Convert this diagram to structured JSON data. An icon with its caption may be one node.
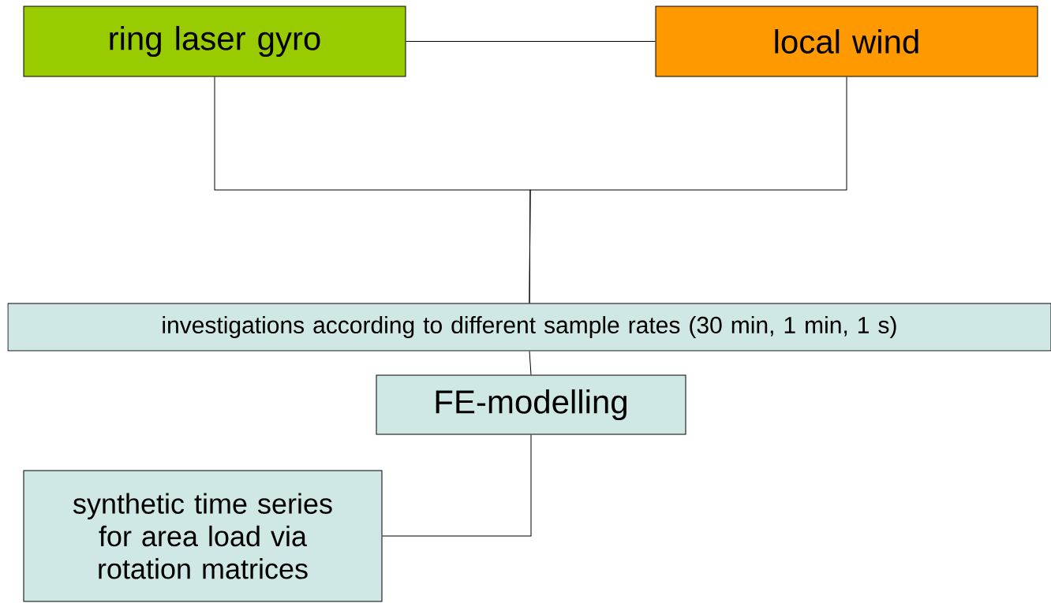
{
  "diagram": {
    "nodes": [
      {
        "text": [
          "ring laser gyro"
        ]
      },
      {
        "text": [
          "local wind"
        ]
      },
      {
        "text": [
          "investigations according to different sample rates (30 min, 1 min, 1 s)"
        ]
      },
      {
        "text": [
          "FE-modelling"
        ]
      },
      {
        "text": [
          "synthetic time series for area load via rotation matrices"
        ]
      }
    ],
    "edges": [
      {
        "from": 0,
        "to": 1,
        "arrow": "none"
      },
      {
        "from": 0,
        "to": 2,
        "arrow": "none"
      },
      {
        "from": 1,
        "to": 2,
        "arrow": "none"
      },
      {
        "from": 2,
        "to": 3,
        "arrow": "none"
      },
      {
        "from": 3,
        "to": 4,
        "arrow": "none"
      }
    ]
  }
}
